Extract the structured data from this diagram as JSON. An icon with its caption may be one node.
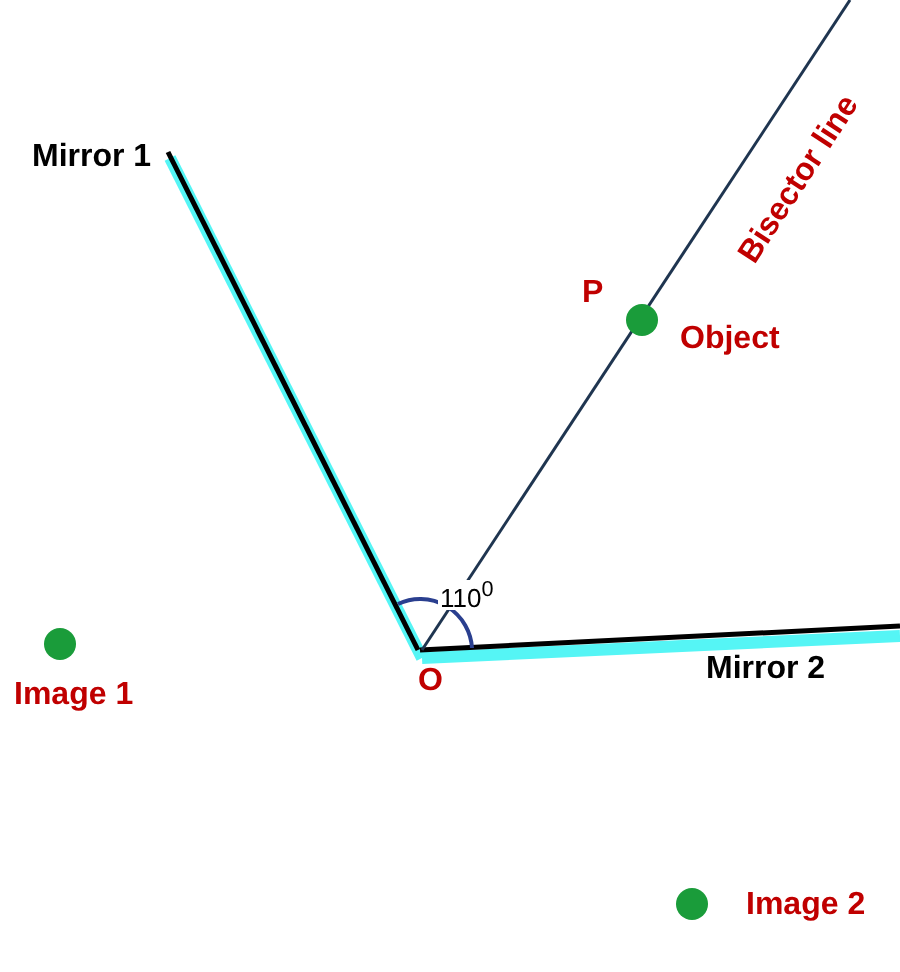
{
  "diagram": {
    "labels": [
      "Mirror 1",
      "Bisector line",
      "P",
      "Object",
      "110$^{0}$",
      "Image 1",
      "O",
      "Mirror 2",
      "Image 2"
    ]
  }
}
